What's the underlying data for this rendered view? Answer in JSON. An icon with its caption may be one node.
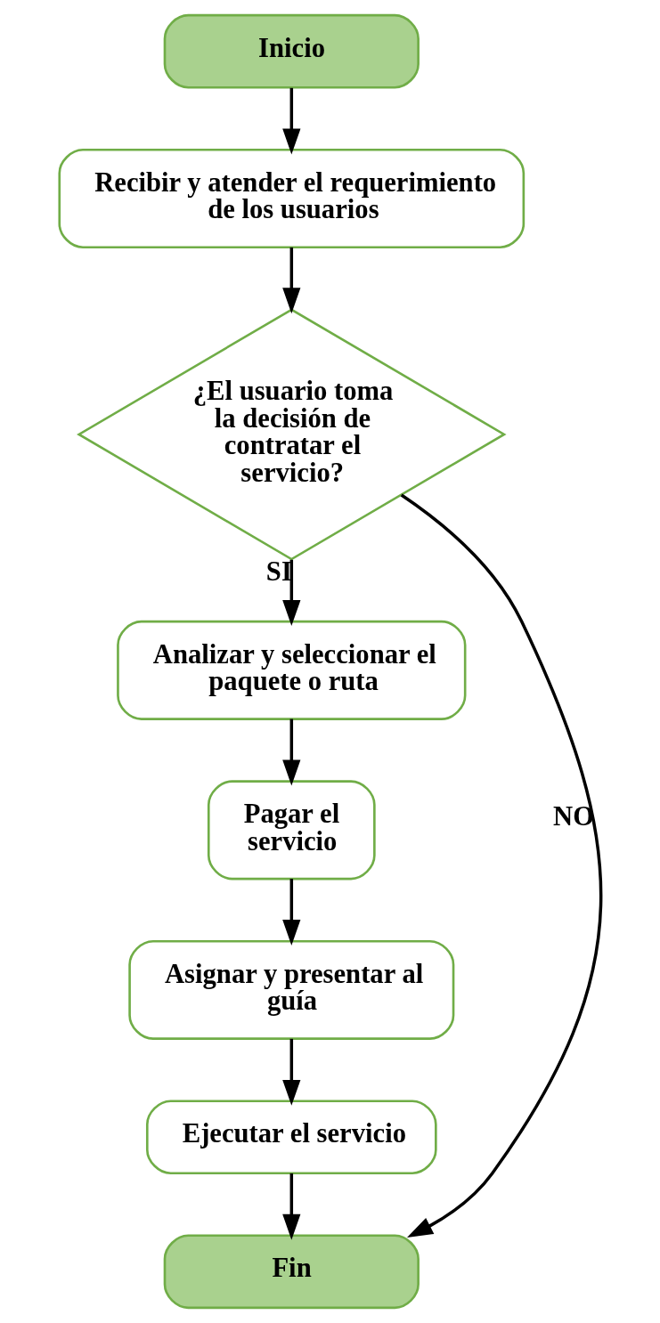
{
  "diagram": {
    "nodes": [
      {
        "text": [
          "Inicio"
        ]
      },
      {
        "text": [
          "Recibir y atender el requerimiento de los usuarios"
        ]
      },
      {
        "text": [
          "¿El usuario toma la decisión de contratar el servicio?"
        ]
      },
      {
        "text": [
          "Analizar y seleccionar el paquete o ruta"
        ]
      },
      {
        "text": [
          "Pagar el servicio"
        ]
      },
      {
        "text": [
          "Asignar y presentar al guía"
        ]
      },
      {
        "text": [
          "Ejecutar el servicio"
        ]
      },
      {
        "text": [
          "Fin"
        ]
      }
    ],
    "edges": [
      {
        "from": 0,
        "to": 1,
        "arrow": "to"
      },
      {
        "from": 1,
        "to": 2,
        "arrow": "to"
      },
      {
        "from": 2,
        "to": 3,
        "arrow": "to",
        "label": "SI"
      },
      {
        "from": 3,
        "to": 4,
        "arrow": "to"
      },
      {
        "from": 4,
        "to": 5,
        "arrow": "to"
      },
      {
        "from": 5,
        "to": 6,
        "arrow": "to"
      },
      {
        "from": 6,
        "to": 7,
        "arrow": "to"
      },
      {
        "from": 2,
        "to": 7,
        "arrow": "to",
        "label": "NO"
      }
    ]
  }
}
